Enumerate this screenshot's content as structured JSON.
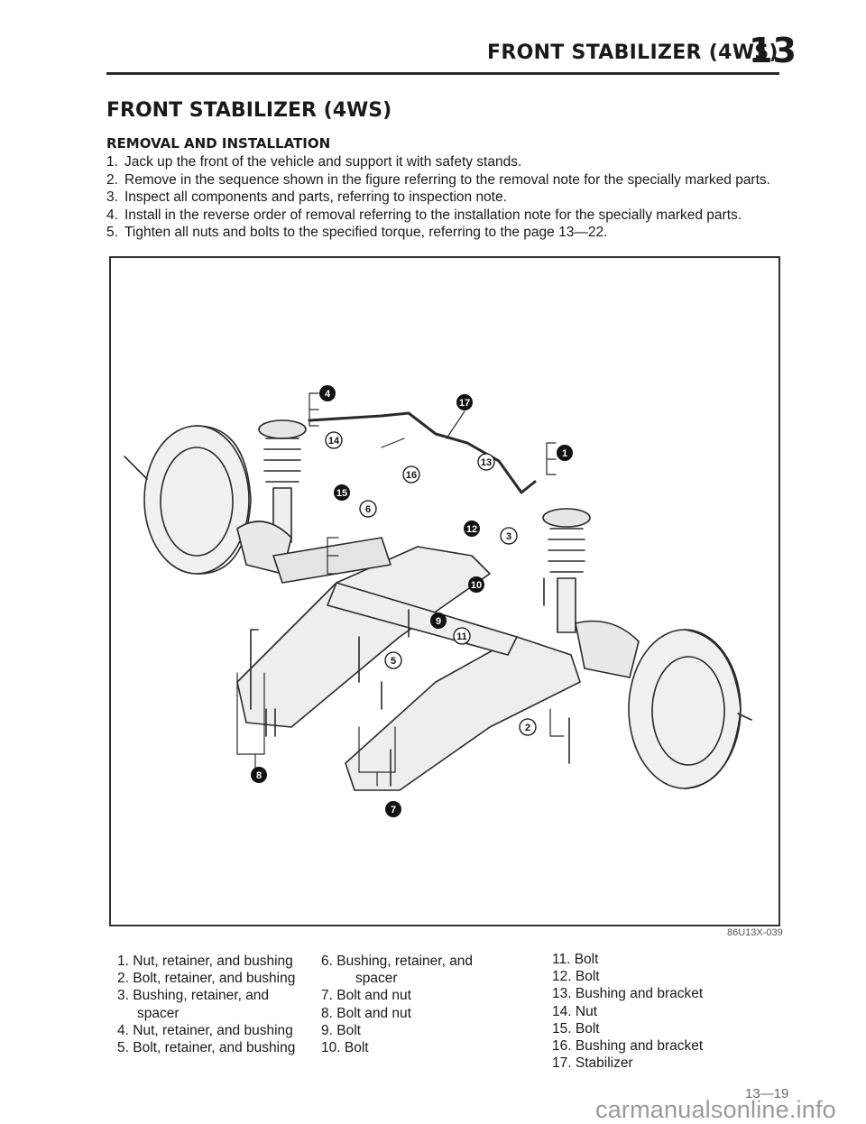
{
  "header": {
    "title": "FRONT STABILIZER (4WS)",
    "chapter": "13"
  },
  "section_title": "FRONT STABILIZER (4WS)",
  "subsection_title": "REMOVAL AND INSTALLATION",
  "steps": [
    {
      "num": "1.",
      "text": "Jack up the front of the vehicle and support it with safety stands."
    },
    {
      "num": "2.",
      "text": "Remove in the sequence shown in the figure referring to the removal note for the specially marked parts."
    },
    {
      "num": "3.",
      "text": "Inspect all components and parts, referring to inspection note."
    },
    {
      "num": "4.",
      "text": "Install in the reverse order of removal referring to the installation note for the specially marked parts."
    },
    {
      "num": "5.",
      "text": "Tighten all nuts and bolts to the specified torque, referring to the page 13—22."
    }
  ],
  "figure": {
    "code": "86U13X-039",
    "callouts": {
      "c1": "1",
      "c2": "2",
      "c3": "3",
      "c4": "4",
      "c5": "5",
      "c6": "6",
      "c7": "7",
      "c8": "8",
      "c9": "9",
      "c10": "10",
      "c11": "11",
      "c12": "12",
      "c13": "13",
      "c14": "14",
      "c15": "15",
      "c16": "16",
      "c17": "17"
    }
  },
  "legend": {
    "col1": [
      {
        "num": "1.",
        "text": "Nut, retainer, and bushing"
      },
      {
        "num": "2.",
        "text": "Bolt, retainer, and bushing"
      },
      {
        "num": "3.",
        "text": "Bushing, retainer, and"
      },
      {
        "num": "",
        "text": "spacer"
      },
      {
        "num": "4.",
        "text": "Nut, retainer, and bushing"
      },
      {
        "num": "5.",
        "text": "Bolt, retainer, and bushing"
      }
    ],
    "col2": [
      {
        "num": "6.",
        "text": "Bushing, retainer, and"
      },
      {
        "num": "",
        "text": "spacer"
      },
      {
        "num": "7.",
        "text": "Bolt and nut"
      },
      {
        "num": "8.",
        "text": "Bolt and nut"
      },
      {
        "num": "9.",
        "text": "Bolt"
      },
      {
        "num": "10.",
        "text": "Bolt"
      }
    ],
    "col3": [
      {
        "num": "11.",
        "text": "Bolt"
      },
      {
        "num": "12.",
        "text": "Bolt"
      },
      {
        "num": "13.",
        "text": "Bushing and bracket"
      },
      {
        "num": "14.",
        "text": "Nut"
      },
      {
        "num": "15.",
        "text": "Bolt"
      },
      {
        "num": "16.",
        "text": "Bushing and bracket"
      },
      {
        "num": "17.",
        "text": "Stabilizer"
      }
    ]
  },
  "page_number": "13—19",
  "footer_watermark": "carmanualsonline.info"
}
